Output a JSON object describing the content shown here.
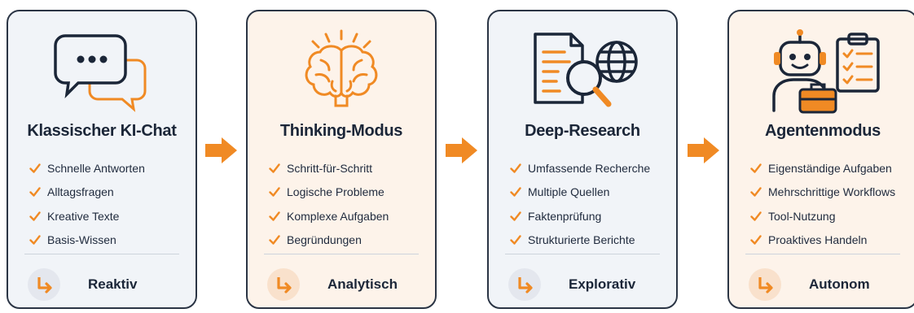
{
  "stages": [
    {
      "title": "Klassischer KI-Chat",
      "icon": "chat-bubbles-icon",
      "features": [
        "Schnelle Antworten",
        "Alltagsfragen",
        "Kreative Texte",
        "Basis-Wissen"
      ],
      "mode": "Reaktiv"
    },
    {
      "title": "Thinking-Modus",
      "icon": "brain-icon",
      "features": [
        "Schritt-für-Schritt",
        "Logische Probleme",
        "Komplexe Aufgaben",
        "Begründungen"
      ],
      "mode": "Analytisch"
    },
    {
      "title": "Deep-Research",
      "icon": "document-search-globe-icon",
      "features": [
        "Umfassende Recherche",
        "Multiple Quellen",
        "Faktenprüfung",
        "Strukturierte Berichte"
      ],
      "mode": "Explorativ"
    },
    {
      "title": "Agentenmodus",
      "icon": "robot-checklist-icon",
      "features": [
        "Eigenständige Aufgaben",
        "Mehrschrittige Workflows",
        "Tool-Nutzung",
        "Proaktives Handeln"
      ],
      "mode": "Autonom"
    }
  ],
  "colors": {
    "accent": "#f08a24",
    "dark": "#1f2a3d",
    "card_light": "#f1f4f8",
    "card_warm": "#fdf3ea"
  }
}
